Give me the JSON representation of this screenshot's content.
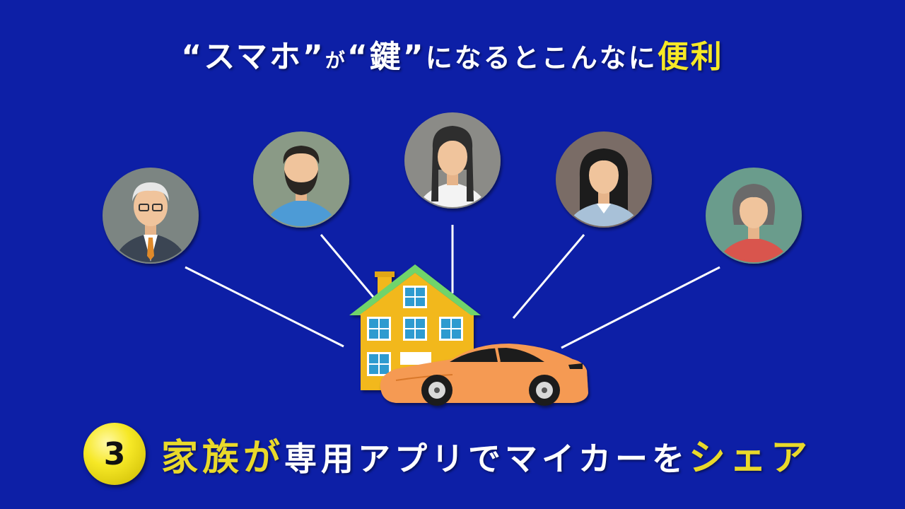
{
  "title": {
    "part1": "“スマホ”",
    "part2": "が",
    "part3": "“鍵”",
    "part4": "になるとこんなに",
    "part5": "便利"
  },
  "caption": {
    "number": "3",
    "part1": "家族",
    "part2": "が",
    "part3": "専用アプリでマイカーを",
    "part4": "シェア"
  },
  "colors": {
    "background": "#0d1fa6",
    "highlight": "#f6e826",
    "house": "#f2b81e",
    "roof": "#6fd46a",
    "car": "#f59a52"
  },
  "people": [
    {
      "icon": "elderly-man-icon"
    },
    {
      "icon": "bearded-man-icon"
    },
    {
      "icon": "girl-with-braids-icon"
    },
    {
      "icon": "schoolgirl-icon"
    },
    {
      "icon": "woman-icon"
    }
  ]
}
